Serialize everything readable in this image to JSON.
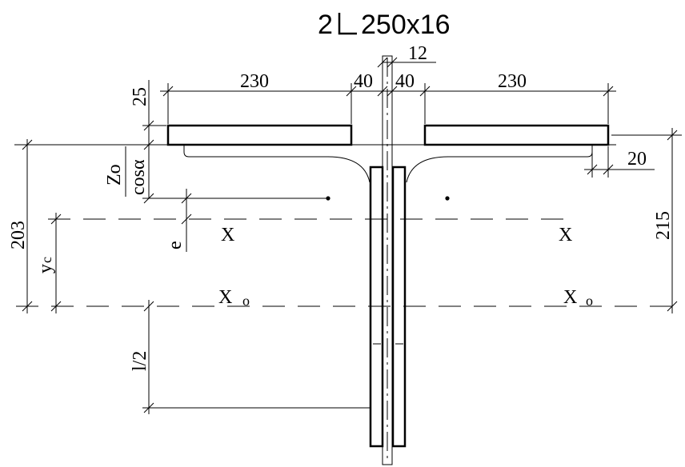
{
  "title": {
    "count": "2",
    "section": "250x16"
  },
  "dimensions": {
    "flange_width_left": "230",
    "flange_width_right": "230",
    "gap_left": "40",
    "gap_right": "40",
    "gusset_thickness": "12",
    "flange_thickness": "25",
    "leg_edge": "20",
    "height_left": "203",
    "height_right": "215",
    "zo": "Zo",
    "cos_alpha": "cosα",
    "eccentricity": "e",
    "yc_main": "y",
    "yc_sub": "c",
    "half_length": "l/2"
  },
  "axes": {
    "x_left": "X",
    "x_right": "X",
    "xo_left_main": "X",
    "xo_left_sub": "o",
    "xo_right_main": "X",
    "xo_right_sub": "o"
  }
}
